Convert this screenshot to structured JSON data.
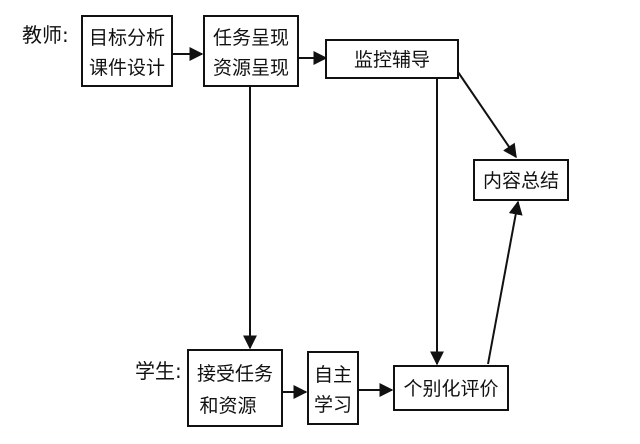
{
  "roles": {
    "teacher": "教师:",
    "student": "学生:"
  },
  "nodes": {
    "goal_analysis": {
      "line1": "目标分析",
      "line2": "课件设计"
    },
    "task_present": {
      "line1": "任务呈现",
      "line2": "资源呈现"
    },
    "monitor": {
      "line1": "监控辅导"
    },
    "summary": {
      "line1": "内容总结"
    },
    "accept_task": {
      "line1": "接受任务",
      "line2": "和资源"
    },
    "self_study": {
      "line1": "自主",
      "line2": "学习"
    },
    "evaluation": {
      "line1": "个别化评价"
    }
  },
  "edges": [
    {
      "from": "goal_analysis",
      "to": "task_present"
    },
    {
      "from": "task_present",
      "to": "monitor"
    },
    {
      "from": "monitor",
      "to": "summary"
    },
    {
      "from": "task_present",
      "to": "accept_task"
    },
    {
      "from": "monitor",
      "to": "evaluation"
    },
    {
      "from": "accept_task",
      "to": "self_study"
    },
    {
      "from": "self_study",
      "to": "evaluation"
    },
    {
      "from": "evaluation",
      "to": "summary"
    }
  ],
  "colors": {
    "stroke": "#111111",
    "background": "#ffffff"
  }
}
